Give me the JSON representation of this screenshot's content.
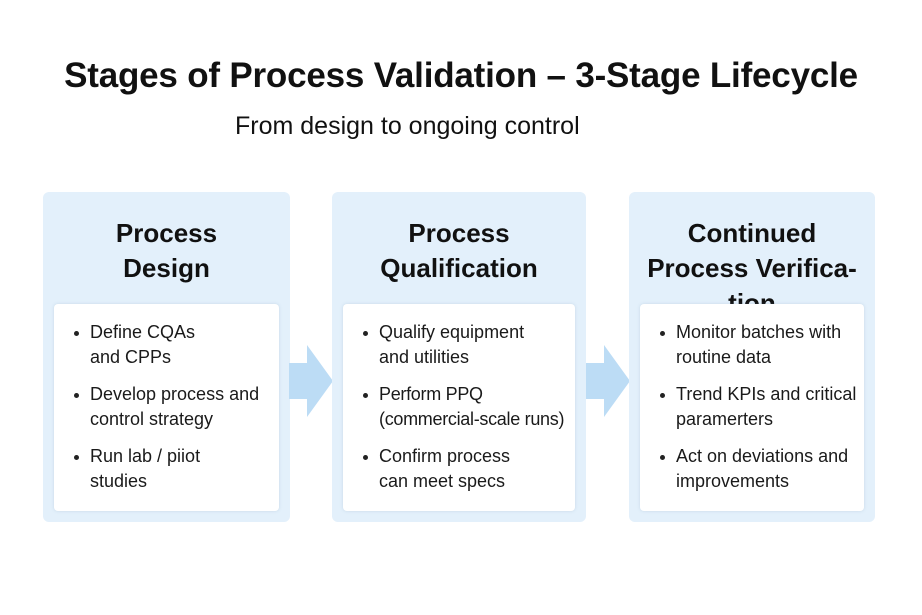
{
  "header": {
    "title": "Stages of Process Validation – 3-Stage Lifecycle",
    "subtitle": "From design to ongoing control"
  },
  "stages": [
    {
      "heading_lines": [
        "Process",
        "Design"
      ],
      "bullets": [
        "Define CQAs and CPPs",
        "Develop process and control strategy",
        "Run lab / piiot studies"
      ]
    },
    {
      "heading_lines": [
        "Process",
        "Qualification"
      ],
      "bullets": [
        "Qualify equipment and utilities",
        "Perform PPQ (commercial-scale runs)",
        "Confirm process can meet specs"
      ]
    },
    {
      "heading_lines": [
        "Continued",
        "Process Verifica-",
        "tion"
      ],
      "bullets": [
        "Monitor batches with routine data",
        "Trend KPIs and critical paramerters",
        "Act on deviations and improvements"
      ]
    }
  ],
  "colors": {
    "panel": "#e3f0fb",
    "arrow": "#bcdcf5"
  }
}
